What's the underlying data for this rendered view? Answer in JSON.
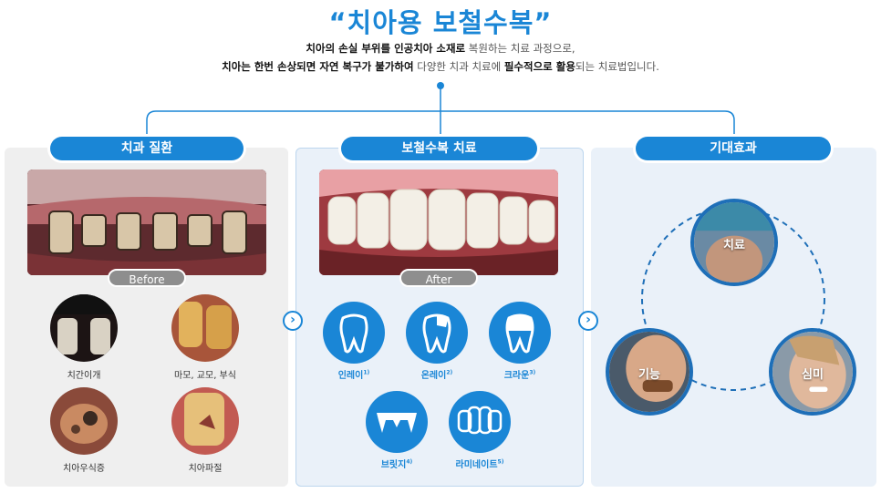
{
  "header": {
    "title": "“치아용 보철수복”",
    "line1_bold1": "치아의 손실 부위를 인공치아 소재로",
    "line1_rest": " 복원하는 치료 과정으로,",
    "line2_bold1": "치아는 한번 손상되면 자연 복구가 불가하여",
    "line2_mid": " 다양한 치과 치료에 ",
    "line2_bold2": "필수적으로 활용",
    "line2_rest": "되는 치료법입니다."
  },
  "sections": {
    "disease": {
      "label": "치과 질환",
      "photo_tag": "Before"
    },
    "treatment": {
      "label": "보철수복 치료",
      "photo_tag": "After"
    },
    "effects": {
      "label": "기대효과"
    }
  },
  "disease_items": [
    {
      "label": "치간이개",
      "icon": "gap-teeth-photo"
    },
    {
      "label": "마모, 교모, 부식",
      "icon": "worn-teeth-photo"
    },
    {
      "label": "치아우식증",
      "icon": "decay-photo"
    },
    {
      "label": "치아파절",
      "icon": "fracture-photo"
    }
  ],
  "treatment_items": [
    {
      "label": "인레이",
      "sup": "1)",
      "icon": "inlay-icon"
    },
    {
      "label": "온레이",
      "sup": "2)",
      "icon": "onlay-icon"
    },
    {
      "label": "크라운",
      "sup": "3)",
      "icon": "crown-icon"
    },
    {
      "label": "브릿지",
      "sup": "4)",
      "icon": "bridge-icon"
    },
    {
      "label": "라미네이트",
      "sup": "5)",
      "icon": "laminate-icon"
    }
  ],
  "effect_items": [
    {
      "label": "치료"
    },
    {
      "label": "기능"
    },
    {
      "label": "심미"
    }
  ],
  "colors": {
    "accent": "#1a86d6",
    "dark_accent": "#1e6fb8",
    "panel_gray": "#efefef",
    "panel_blue": "#eaf1f9"
  }
}
